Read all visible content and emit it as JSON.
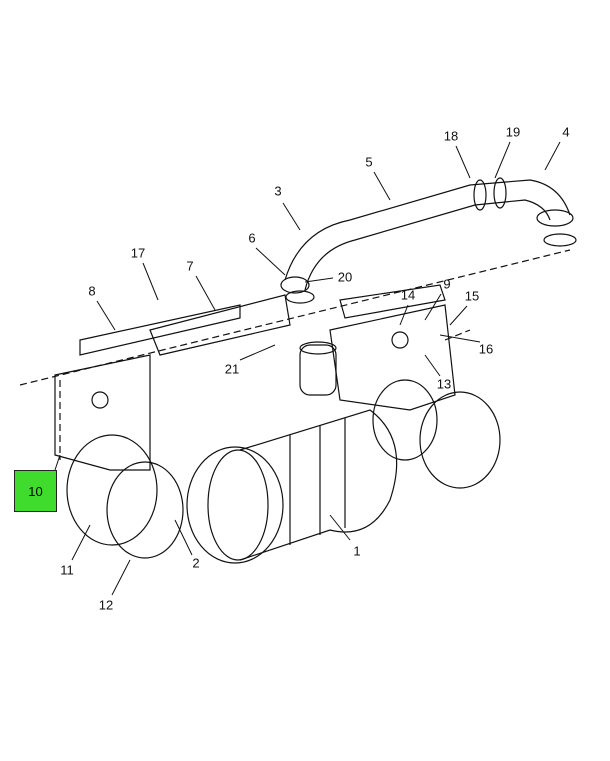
{
  "diagram": {
    "highlighted_callout": "10",
    "highlight_color": "#3fdc2e",
    "callouts": [
      "1",
      "2",
      "3",
      "4",
      "5",
      "6",
      "7",
      "8",
      "9",
      "11",
      "12",
      "13",
      "14",
      "15",
      "16",
      "17",
      "18",
      "19",
      "20",
      "21"
    ]
  }
}
